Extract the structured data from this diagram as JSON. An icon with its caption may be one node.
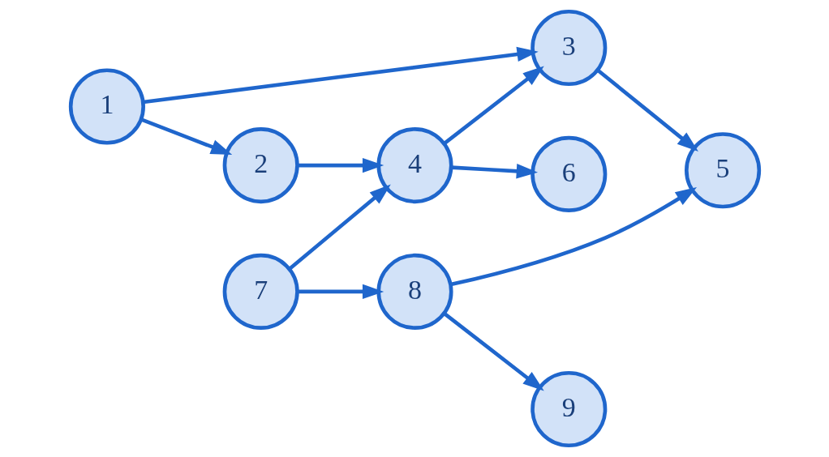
{
  "diagram": {
    "nodes": [
      {
        "text": [
          "1"
        ]
      },
      {
        "text": [
          "2"
        ]
      },
      {
        "text": [
          "3"
        ]
      },
      {
        "text": [
          "4"
        ]
      },
      {
        "text": [
          "5"
        ]
      },
      {
        "text": [
          "6"
        ]
      },
      {
        "text": [
          "7"
        ]
      },
      {
        "text": [
          "8"
        ]
      },
      {
        "text": [
          "9"
        ]
      }
    ],
    "edges": [
      {
        "from": 0,
        "to": 2,
        "arrow": "to"
      },
      {
        "from": 0,
        "to": 1,
        "arrow": "to"
      },
      {
        "from": 2,
        "to": 4,
        "arrow": "to"
      },
      {
        "from": 7,
        "to": 4,
        "arrow": "to"
      },
      {
        "from": 7,
        "to": 8,
        "arrow": "to"
      },
      {
        "from": 3,
        "to": 2,
        "arrow": "to"
      },
      {
        "from": 1,
        "to": 3,
        "arrow": "to"
      },
      {
        "from": 6,
        "to": 3,
        "arrow": "to"
      },
      {
        "from": 6,
        "to": 7,
        "arrow": "to"
      },
      {
        "from": 3,
        "to": 5,
        "arrow": "to"
      }
    ]
  }
}
